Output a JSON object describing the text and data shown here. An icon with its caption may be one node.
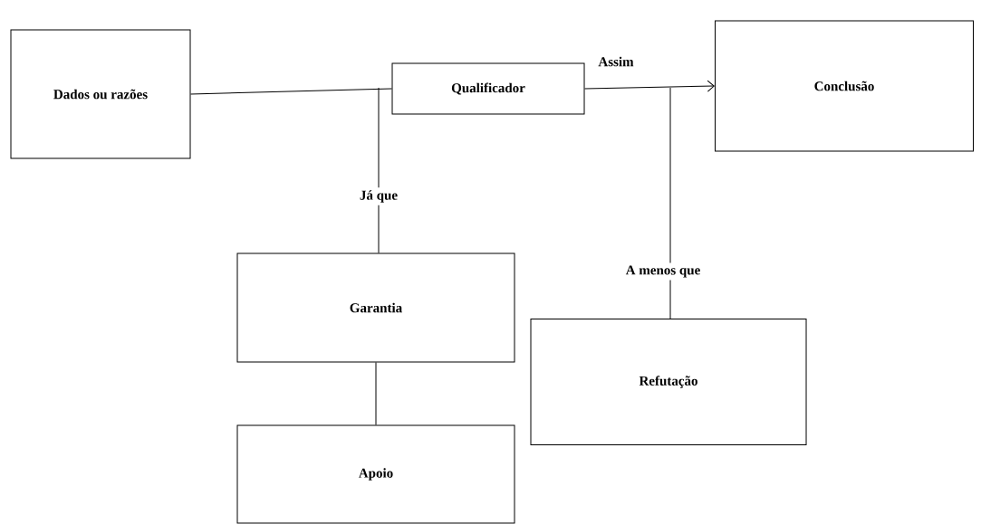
{
  "diagram": {
    "nodes": [
      {
        "text": [
          "Dados ou razões"
        ]
      },
      {
        "text": [
          "Qualificador"
        ]
      },
      {
        "text": [
          "Conclusão"
        ]
      },
      {
        "text": [
          "Garantia"
        ]
      },
      {
        "text": [
          "Apoio"
        ]
      },
      {
        "text": [
          "Refutação"
        ]
      }
    ],
    "edges": [
      {
        "from": 0,
        "to": 1,
        "arrow": "none"
      },
      {
        "from": 1,
        "to": 2,
        "arrow": "to",
        "label": "Assim"
      },
      {
        "from": 3,
        "to": null,
        "arrow": "none",
        "label": "Já que"
      },
      {
        "from": 5,
        "to": null,
        "arrow": "none",
        "label": "A menos que"
      },
      {
        "from": 3,
        "to": 4,
        "arrow": "none"
      }
    ]
  }
}
